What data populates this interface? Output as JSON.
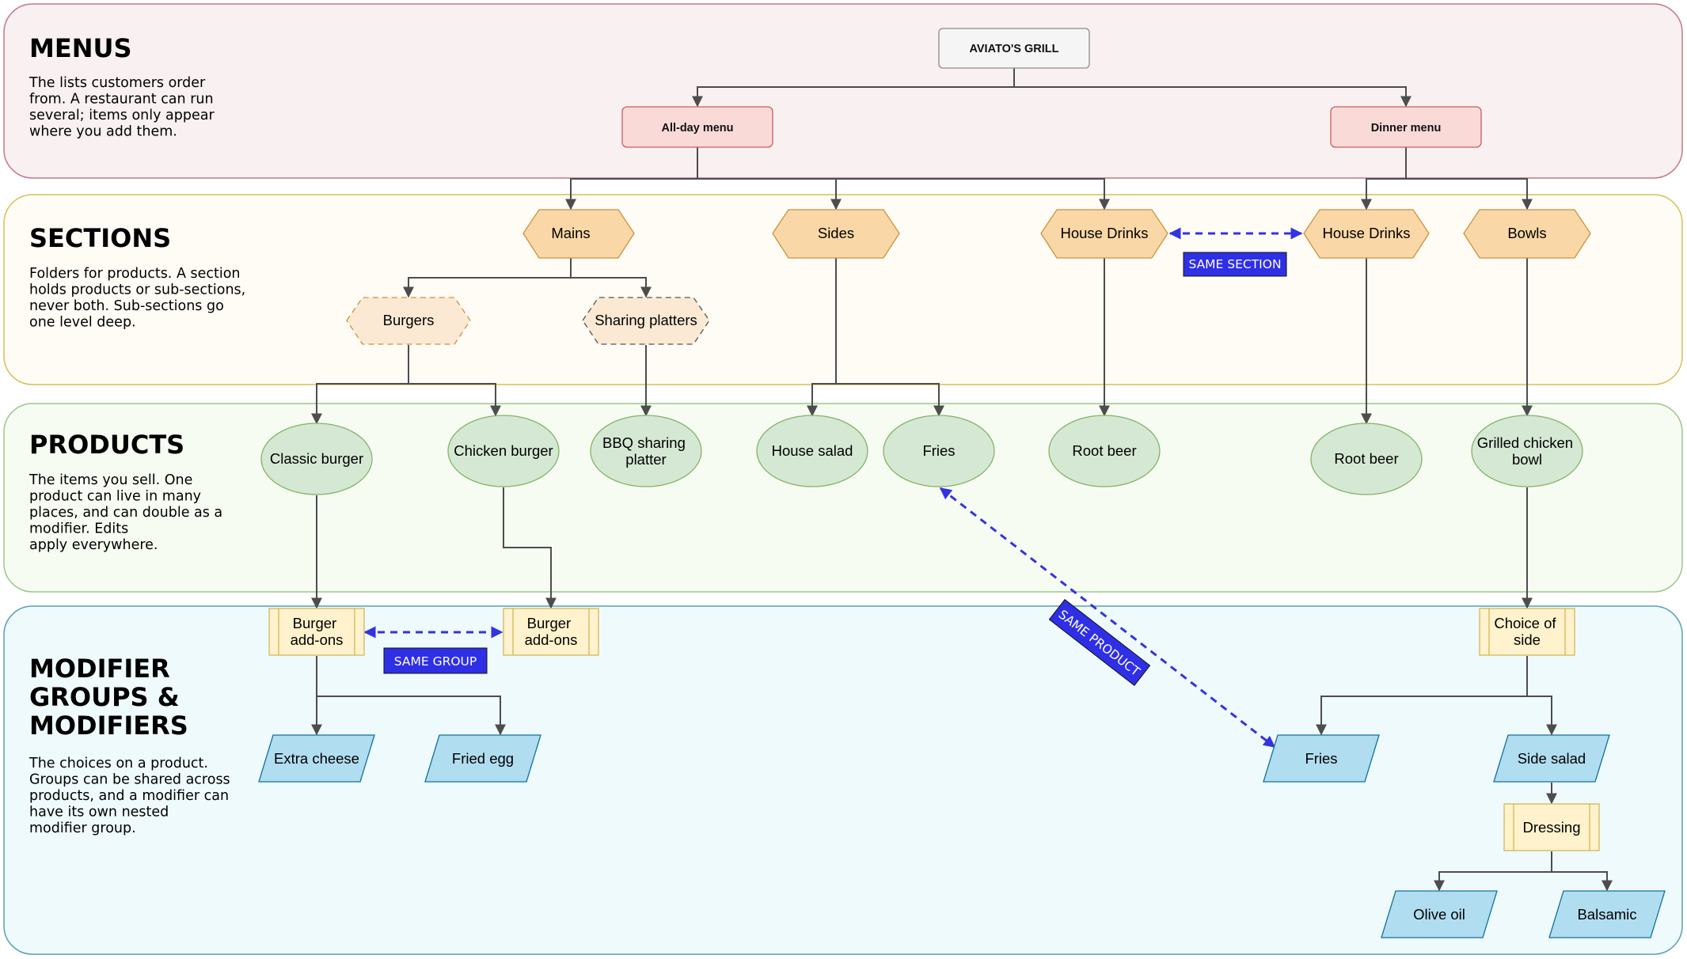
{
  "bands": {
    "menus": {
      "title": "MENUS",
      "desc": [
        "The lists customers order",
        "from. A restaurant can run",
        "several; items only appear",
        "where you add them."
      ]
    },
    "sections": {
      "title": "SECTIONS",
      "desc": [
        "Folders for products. A section",
        "holds products or sub-sections,",
        "never both. Sub-sections go",
        "one level deep."
      ]
    },
    "products": {
      "title": "PRODUCTS",
      "desc": [
        "The items you sell. One",
        "product can live in many",
        "places, and can double as a",
        "modifier. Edits",
        "apply everywhere."
      ]
    },
    "modifiers": {
      "title": [
        "MODIFIER",
        "GROUPS &",
        "MODIFIERS"
      ],
      "desc": [
        "The choices on a product.",
        "Groups can be shared across",
        "products, and a modifier can",
        "have its own nested",
        "modifier group."
      ]
    }
  },
  "nodes": {
    "restaurant": "AVIATO'S GRILL",
    "all_day_menu": "All-day menu",
    "dinner_menu": "Dinner menu",
    "mains": "Mains",
    "sides": "Sides",
    "house_drinks_1": "House Drinks",
    "house_drinks_2": "House Drinks",
    "bowls": "Bowls",
    "burgers": "Burgers",
    "sharing_platters": "Sharing platters",
    "classic_burger": "Classic burger",
    "chicken_burger": "Chicken burger",
    "bbq_platter": [
      "BBQ sharing",
      "platter"
    ],
    "house_salad": "House salad",
    "fries_product": "Fries",
    "root_beer_1": "Root beer",
    "root_beer_2": "Root beer",
    "grilled_chicken_bowl": [
      "Grilled chicken",
      "bowl"
    ],
    "burger_addons_1": [
      "Burger",
      "add-ons"
    ],
    "burger_addons_2": [
      "Burger",
      "add-ons"
    ],
    "choice_of_side": [
      "Choice of",
      "side"
    ],
    "extra_cheese": "Extra cheese",
    "fried_egg": "Fried egg",
    "fries_modifier": "Fries",
    "side_salad": "Side salad",
    "dressing": "Dressing",
    "olive_oil": "Olive oil",
    "balsamic": "Balsamic"
  },
  "badges": {
    "same_section": "SAME SECTION",
    "same_group": "SAME GROUP",
    "same_product": "SAME PRODUCT"
  },
  "colors": {
    "menus_band_fill": "#f8f0f1",
    "menus_band_stroke": "#c27a86",
    "sections_band_fill": "#fffcf6",
    "sections_band_stroke": "#d9bf55",
    "products_band_fill": "#f7fcf2",
    "products_band_stroke": "#9cc78b",
    "modifiers_band_fill": "#effafc",
    "modifiers_band_stroke": "#5a9fb0",
    "menu_fill": "#fadad7",
    "menu_stroke": "#c95d5d",
    "section_fill": "#fad7a6",
    "section_stroke": "#c9933e",
    "subsection_fill": "#fbe9d3",
    "subsection_stroke": "#c9933e",
    "product_fill": "#d5e8d4",
    "product_stroke": "#82b366",
    "group_fill": "#fff2cc",
    "group_stroke": "#d6b656",
    "modifier_fill": "#b1ddf0",
    "modifier_stroke": "#10739e",
    "link_blue": "#3333e0",
    "badge_blue": "#2f2fe6",
    "edge_gray": "#4d4d4d"
  }
}
